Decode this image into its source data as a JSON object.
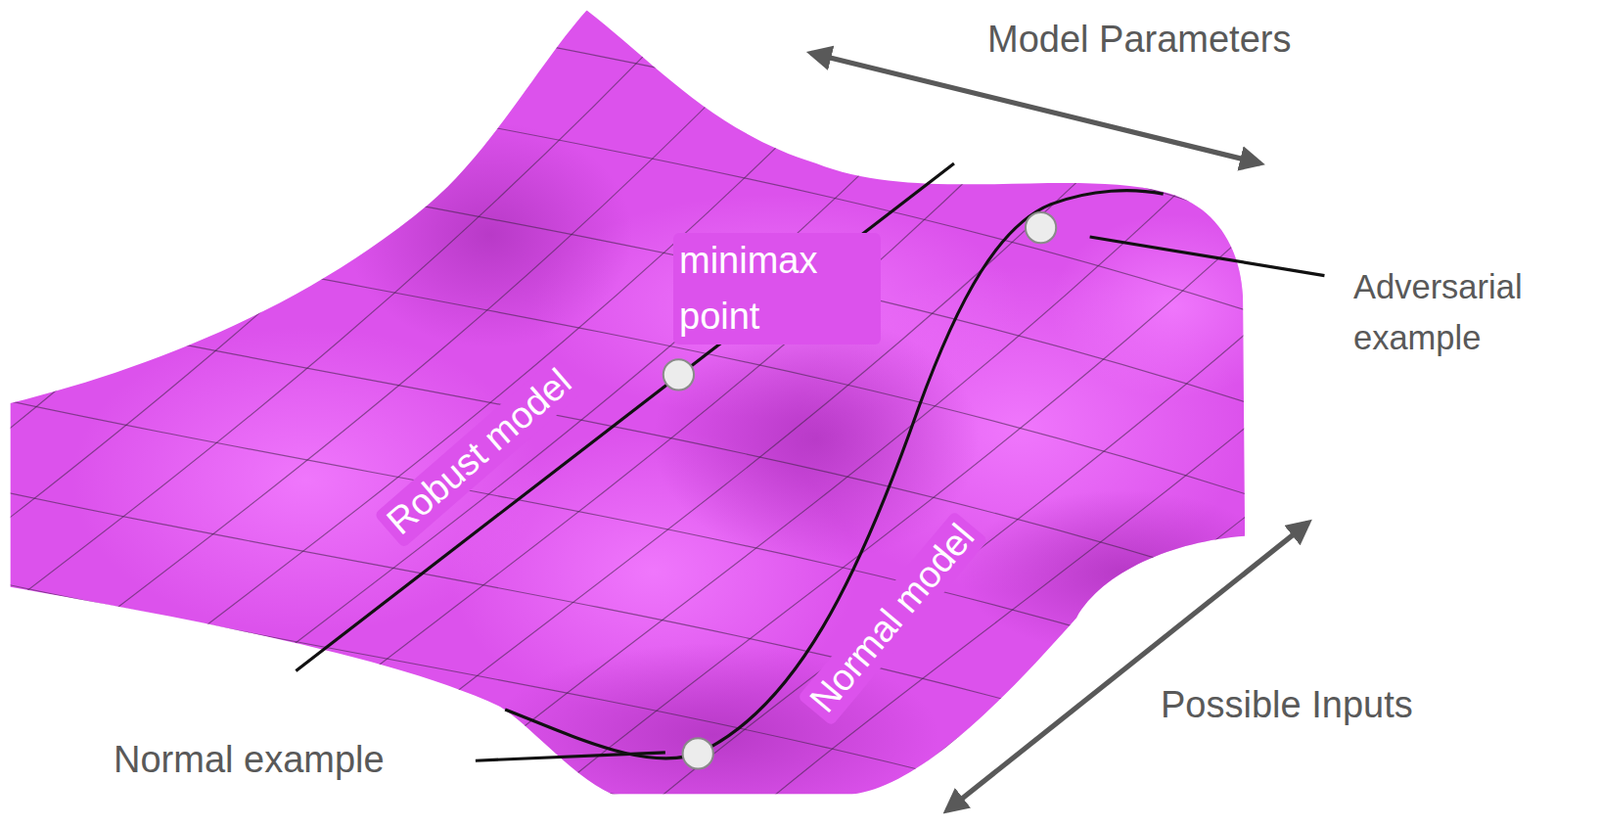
{
  "diagram": {
    "labels": [
      "Model Parameters",
      "minimax point",
      "Robust model",
      "Adversarial example",
      "Normal model",
      "Possible Inputs",
      "Normal example"
    ]
  }
}
